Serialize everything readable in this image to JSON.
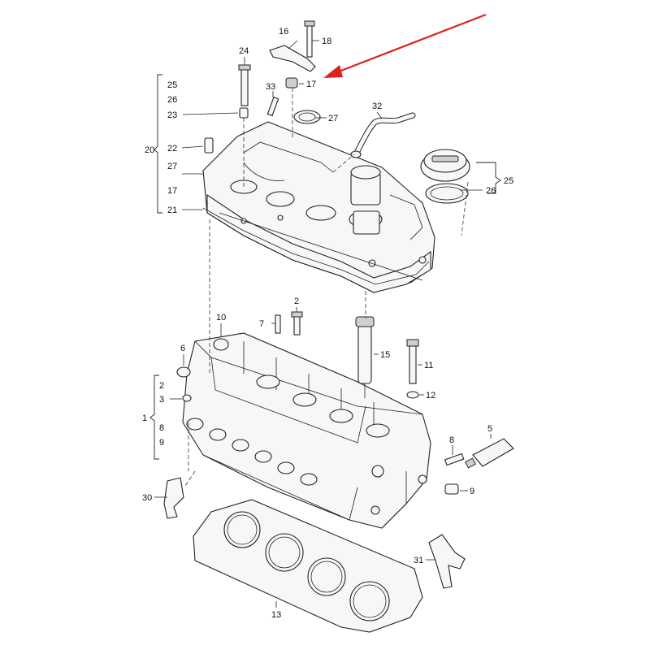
{
  "diagram": {
    "labels": {
      "p1": "1",
      "p2a": "2",
      "p3a": "3",
      "p8a": "8",
      "p9a": "9",
      "p2": "2",
      "p5": "5",
      "p6": "6",
      "p7": "7",
      "p8": "8",
      "p9": "9",
      "p10": "10",
      "p11": "11",
      "p12": "12",
      "p13": "13",
      "p15": "15",
      "p16": "16",
      "p17": "17",
      "p18": "18",
      "p20": "20",
      "p21": "21",
      "p22": "22",
      "p23": "23",
      "p24": "24",
      "p25a": "25",
      "p26a": "26",
      "p27a": "27",
      "p17a": "17",
      "p25": "25",
      "p26": "26",
      "p27": "27",
      "p30": "30",
      "p31": "31",
      "p32": "32",
      "p33": "33"
    },
    "colors": {
      "arrow": "#e0201b",
      "line": "#222222",
      "fill": "#f7f7f7"
    }
  }
}
